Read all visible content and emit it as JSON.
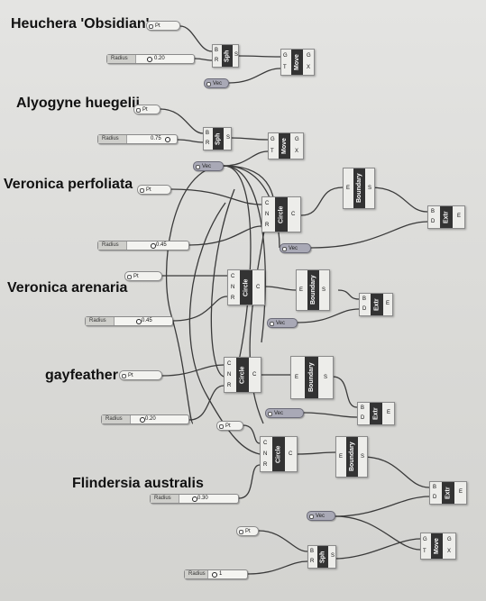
{
  "titles": {
    "heuchera": "Heuchera 'Obsidian'",
    "alyogyne": "Alyogyne huegelii",
    "perfoliata": "Veronica perfoliata",
    "arenaria": "Veronica arenaria",
    "gayfeather": "gayfeather",
    "flindersia": "Flindersia australis"
  },
  "labels": {
    "pt": "Pt",
    "vec": "Vec",
    "radius": "Radius",
    "sph": "Sph",
    "move": "Move",
    "circle": "Circle",
    "boundary": "Boundary",
    "extr": "Extr"
  },
  "ports": {
    "B": "B",
    "R": "R",
    "S": "S",
    "G": "G",
    "T": "T",
    "X": "X",
    "C": "C",
    "N": "N",
    "E": "E",
    "D": "D"
  },
  "sliders": {
    "heuchera": "0.20",
    "alyogyne": "0.75",
    "perfoliata": "0.45",
    "arenaria": "0.45",
    "gayfeather": "0.20",
    "flindersia": "0.30",
    "bottom": "1"
  }
}
